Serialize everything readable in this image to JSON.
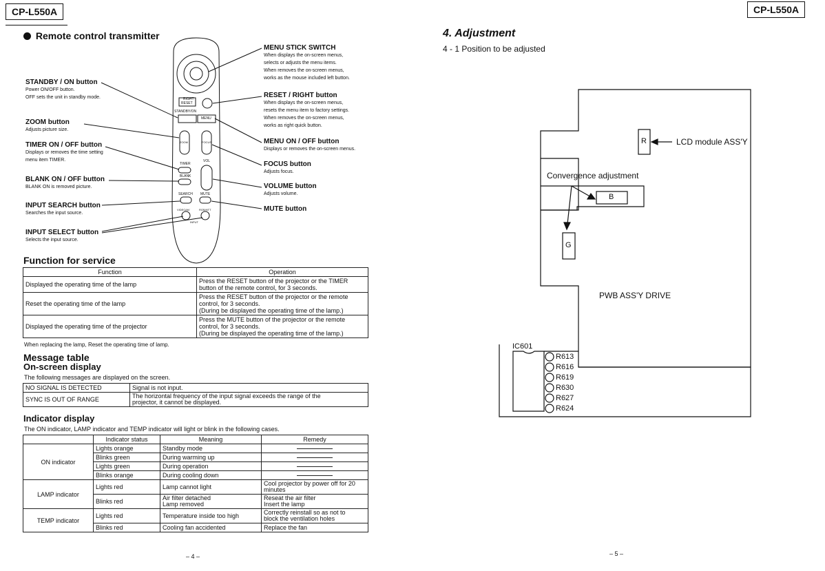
{
  "left_page": {
    "model": "CP-L550A",
    "section_title": "Remote control transmitter",
    "callouts_left": [
      {
        "label": "STANDBY / ON button",
        "desc": [
          "Power ON/OFF button.",
          "OFF sets the unit in standby mode."
        ]
      },
      {
        "label": "ZOOM button",
        "desc": [
          "Adjusts picture size."
        ]
      },
      {
        "label": "TIMER ON / OFF button",
        "desc": [
          "Displays or removes the time setting",
          "menu item TIMER."
        ]
      },
      {
        "label": "BLANK ON / OFF button",
        "desc": [
          "BLANK ON is removed picture."
        ]
      },
      {
        "label": "INPUT SEARCH button",
        "desc": [
          "Searches the input source."
        ]
      },
      {
        "label": "INPUT SELECT button",
        "desc": [
          "Selects the input source."
        ]
      }
    ],
    "callouts_right": [
      {
        "label": "MENU STICK SWITCH",
        "desc": [
          "When displays the on-screen menus,",
          "selects or adjusts the menu items.",
          "When removes the on-screen menus,",
          "works as the mouse included left button."
        ]
      },
      {
        "label": "RESET / RIGHT button",
        "desc": [
          "When displays the on-screen menus,",
          "resets the menu item to factory settings.",
          "When removes the on-screen menus,",
          "works as right quick button."
        ]
      },
      {
        "label": "MENU ON / OFF button",
        "desc": [
          "Displays or removes the on-screen menus."
        ]
      },
      {
        "label": "FOCUS button",
        "desc": [
          "Adjusts focus."
        ]
      },
      {
        "label": "VOLUME button",
        "desc": [
          "Adjusts volume."
        ]
      },
      {
        "label": "MUTE button",
        "desc": []
      }
    ],
    "remote_labels": {
      "right": "RIGHT",
      "reset": "RESET",
      "standby": "STANDBY/ON",
      "menu": "MENU",
      "zoom": "ZOOM",
      "focus": "FOCUS",
      "timer": "TIMER",
      "vol": "VOL",
      "blank": "BLANK",
      "search": "SEARCH",
      "mute": "MUTE",
      "video": "VIDEO/AV",
      "rgb": "RGB/NTT",
      "input": "INPUT"
    },
    "function_service": {
      "title": "Function for service",
      "headers": [
        "Function",
        "Operation"
      ],
      "rows": [
        {
          "function": "Displayed the operating time of the lamp",
          "operation": [
            "Press the RESET button of the projector or the TIMER",
            "button of the remote control, for 3 seconds."
          ]
        },
        {
          "function": "Reset the operating time of the lamp",
          "operation": [
            "Press the RESET button of the projector or the remote",
            "control, for 3 seconds.",
            "(During be displayed the operating time of the lamp.)"
          ]
        },
        {
          "function": "Displayed the operating time of the projector",
          "operation": [
            "Press the MUTE button of the projector or the remote",
            "control, for 3 seconds.",
            "(During be displayed the operating time of the lamp.)"
          ]
        }
      ],
      "note": "When replacing the lamp, Reset the operating time of lamp."
    },
    "message_table": {
      "title": "Message table",
      "subtitle": "On-screen display",
      "intro": "The following messages are displayed on the screen.",
      "rows": [
        {
          "message": "NO SIGNAL IS DETECTED",
          "meaning": [
            "Signal is not input."
          ]
        },
        {
          "message": "SYNC IS OUT OF RANGE",
          "meaning": [
            "The horizontal frequency of the input signal exceeds the range of the",
            "projector, it cannot be displayed."
          ]
        }
      ]
    },
    "indicator_display": {
      "title": "Indicator display",
      "intro": "The ON indicator, LAMP indicator and TEMP indicator will light or blink in the following cases.",
      "headers": [
        "Indicator status",
        "Meaning",
        "Remedy"
      ],
      "groups": [
        {
          "name": "ON indicator",
          "rows": [
            {
              "status": "Lights orange",
              "meaning": [
                "Standby mode"
              ],
              "remedy": []
            },
            {
              "status": "Blinks green",
              "meaning": [
                "During warming up"
              ],
              "remedy": []
            },
            {
              "status": "Lights green",
              "meaning": [
                "During operation"
              ],
              "remedy": []
            },
            {
              "status": "Blinks orange",
              "meaning": [
                "During cooling down"
              ],
              "remedy": []
            }
          ]
        },
        {
          "name": "LAMP indicator",
          "rows": [
            {
              "status": "Lights red",
              "meaning": [
                "Lamp cannot light"
              ],
              "remedy": [
                "Cool projector by power off for 20",
                "minutes"
              ]
            },
            {
              "status": "Blinks red",
              "meaning": [
                "Air filter detached",
                "Lamp removed"
              ],
              "remedy": [
                "Reseat the air filter",
                "Insert the lamp"
              ]
            }
          ]
        },
        {
          "name": "TEMP indicator",
          "rows": [
            {
              "status": "Lights red",
              "meaning": [
                "Temperature inside too high"
              ],
              "remedy": [
                "Correctly reinstall so as not to",
                "block the ventilation holes"
              ]
            },
            {
              "status": "Blinks red",
              "meaning": [
                "Cooling fan accidented"
              ],
              "remedy": [
                "Replace the fan"
              ]
            }
          ]
        }
      ]
    },
    "page_number": "– 4 –"
  },
  "right_page": {
    "model": "CP-L550A",
    "title": "4. Adjustment",
    "subtitle": "4 - 1  Position to be adjusted",
    "board_label": "PWB ASS'Y DRIVE",
    "lcd_label": "LCD module ASS'Y",
    "convergence_label": "Convergence adjustment",
    "chips": {
      "r": "R",
      "b": "B",
      "g": "G"
    },
    "ic_label": "IC601",
    "resistors": [
      "R613",
      "R616",
      "R619",
      "R630",
      "R627",
      "R624"
    ],
    "page_number": "– 5 –"
  }
}
